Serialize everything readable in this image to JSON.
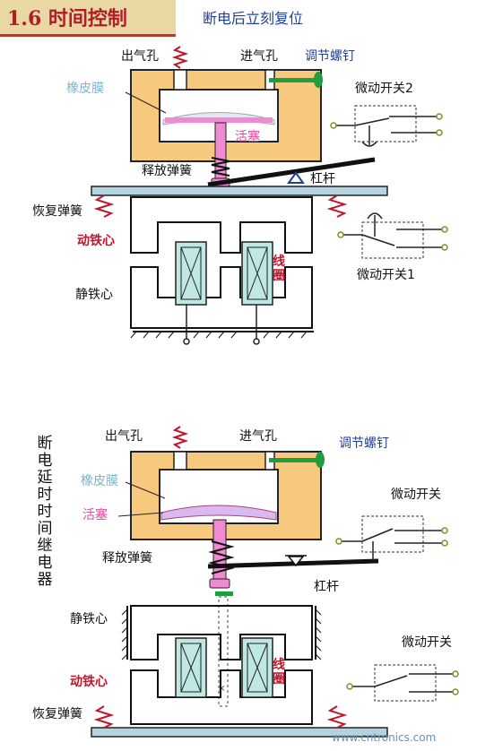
{
  "title": "1.6 时间控制",
  "colors": {
    "body": "#f6c97e",
    "outline": "#222222",
    "piston": "#f08ad3",
    "plate": "#b5d2df",
    "coil": "#bfe7e4",
    "screw": "#1e9e3f",
    "title_text": "#b01e2a"
  },
  "top": {
    "heading": "断电后立刻复位",
    "air_outlet": "出气孔",
    "air_inlet": "进气孔",
    "adjust_screw": "调节螺钉",
    "membrane": "橡皮膜",
    "piston": "活塞",
    "release_spring": "释放弹簧",
    "lever": "杠杆",
    "return_spring": "恢复弹簧",
    "moving_core": "动铁心",
    "coil": "线圈",
    "static_core": "静铁心",
    "micro_switch_2": "微动开关2",
    "micro_switch_1": "微动开关1"
  },
  "bottom": {
    "vertical_title": "断电延时时间继电器",
    "air_outlet": "出气孔",
    "air_inlet": "进气孔",
    "adjust_screw": "调节螺钉",
    "membrane": "橡皮膜",
    "piston": "活塞",
    "release_spring": "释放弹簧",
    "lever": "杠杆",
    "static_core": "静铁心",
    "moving_core": "动铁心",
    "coil": "线圈",
    "return_spring": "恢复弹簧",
    "micro_switch_a": "微动开关",
    "micro_switch_b": "微动开关"
  },
  "watermark": "www.cntronics.com"
}
